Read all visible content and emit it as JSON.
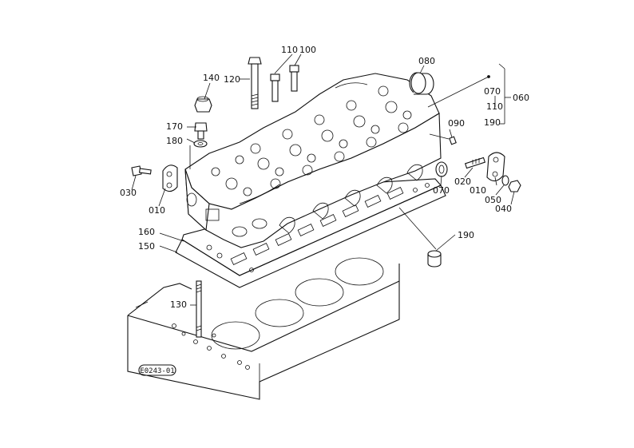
{
  "diagram": {
    "labels": {
      "p140": "140",
      "p120": "120",
      "p110": "110",
      "p100": "100",
      "p080": "080",
      "p070_top": "070",
      "p110_right": "110",
      "p190_top": "190",
      "p060": "060",
      "p170": "170",
      "p180": "180",
      "p090": "090",
      "p030": "030",
      "p010_left": "010",
      "p020": "020",
      "p010_right": "010",
      "p050": "050",
      "p040": "040",
      "p070_mid": "070",
      "p160": "160",
      "p150": "150",
      "p190_mid": "190",
      "p130": "130"
    },
    "drawing_code": "E0243-01"
  }
}
